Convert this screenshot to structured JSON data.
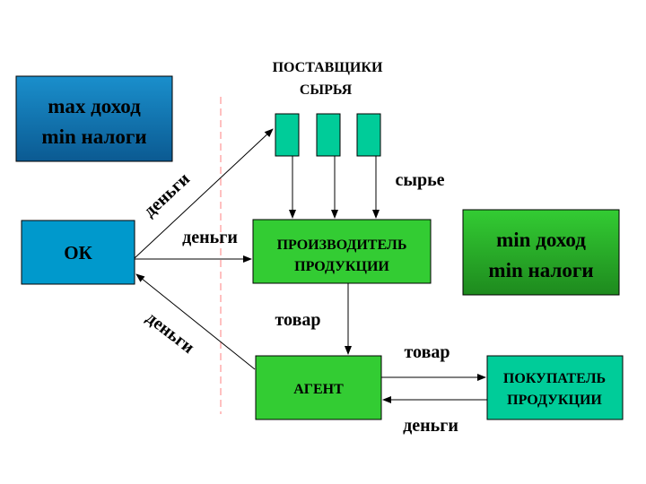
{
  "suppliers": {
    "title_line1": "ПОСТАВЩИКИ",
    "title_line2": "СЫРЬЯ",
    "color": "#00cc99"
  },
  "ok_goal": {
    "line1": "max доход",
    "line2": "min налоги",
    "color_top": "#1a8fcc",
    "color_bottom": "#0b5a92"
  },
  "agent_goal": {
    "line1": "min доход",
    "line2": "min налоги",
    "color_top": "#33cc33",
    "color_bottom": "#1e8a1e"
  },
  "ok": {
    "label": "ОК",
    "color": "#0099cc"
  },
  "producer": {
    "line1": "ПРОИЗВОДИТЕЛЬ",
    "line2": "ПРОДУКЦИИ",
    "color": "#33cc33"
  },
  "agent": {
    "label": "АГЕНТ",
    "color": "#33cc33"
  },
  "buyer": {
    "line1": "ПОКУПАТЕЛЬ",
    "line2": "ПРОДУКЦИИ",
    "color": "#00cc99"
  },
  "labels": {
    "money_ok_to_suppliers": "деньги",
    "money_ok_to_producer": "деньги",
    "money_agent_to_ok": "деньги",
    "raw": "сырье",
    "goods_producer_to_agent": "товар",
    "goods_agent_to_buyer": "товар",
    "money_buyer_to_agent": "деньги"
  },
  "divider_color": "#ff8080"
}
